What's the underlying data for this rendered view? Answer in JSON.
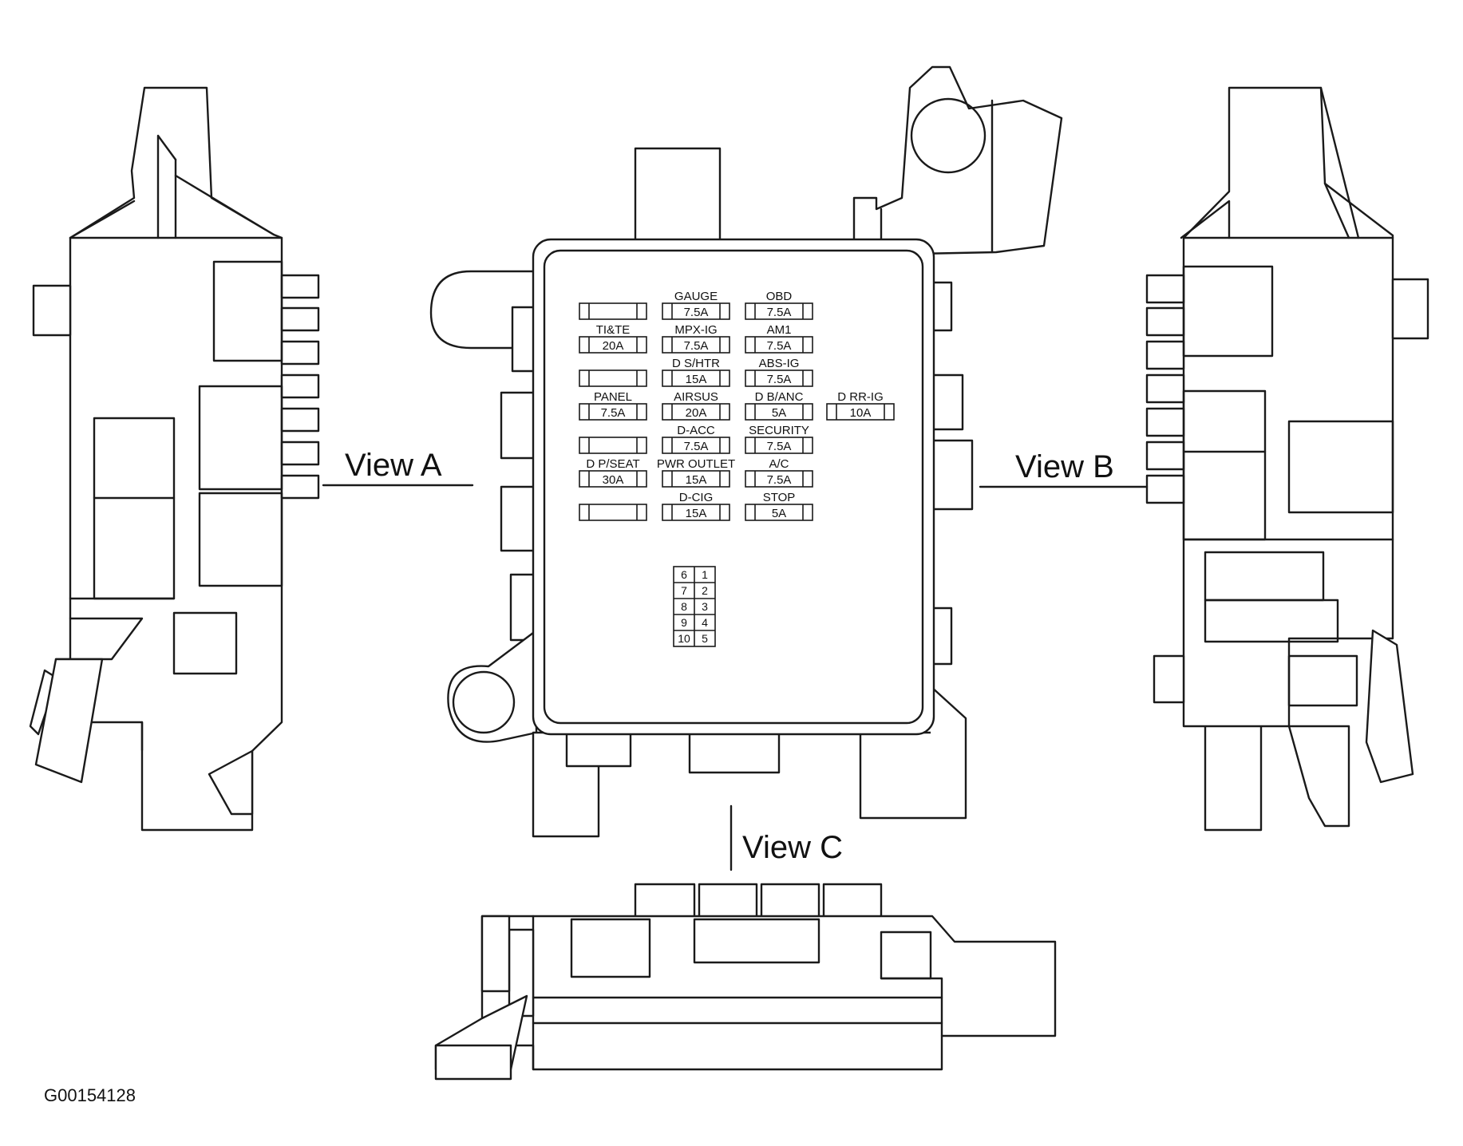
{
  "views": {
    "a": "View A",
    "b": "View B",
    "c": "View C"
  },
  "figure_code": "G00154128",
  "fuses": [
    {
      "name": "",
      "amp": "",
      "col": 0,
      "row": 0
    },
    {
      "name": "GAUGE",
      "amp": "7.5A",
      "col": 1,
      "row": 0
    },
    {
      "name": "OBD",
      "amp": "7.5A",
      "col": 2,
      "row": 0
    },
    {
      "name": "TI&TE",
      "amp": "20A",
      "col": 0,
      "row": 1
    },
    {
      "name": "MPX-IG",
      "amp": "7.5A",
      "col": 1,
      "row": 1
    },
    {
      "name": "AM1",
      "amp": "7.5A",
      "col": 2,
      "row": 1
    },
    {
      "name": "",
      "amp": "",
      "col": 0,
      "row": 2
    },
    {
      "name": "D S/HTR",
      "amp": "15A",
      "col": 1,
      "row": 2
    },
    {
      "name": "ABS-IG",
      "amp": "7.5A",
      "col": 2,
      "row": 2
    },
    {
      "name": "PANEL",
      "amp": "7.5A",
      "col": 0,
      "row": 3
    },
    {
      "name": "AIRSUS",
      "amp": "20A",
      "col": 1,
      "row": 3
    },
    {
      "name": "D B/ANC",
      "amp": "5A",
      "col": 2,
      "row": 3
    },
    {
      "name": "D RR-IG",
      "amp": "10A",
      "col": 3,
      "row": 3
    },
    {
      "name": "",
      "amp": "",
      "col": 0,
      "row": 4
    },
    {
      "name": "D-ACC",
      "amp": "7.5A",
      "col": 1,
      "row": 4
    },
    {
      "name": "SECURITY",
      "amp": "7.5A",
      "col": 2,
      "row": 4
    },
    {
      "name": "D P/SEAT",
      "amp": "30A",
      "col": 0,
      "row": 5
    },
    {
      "name": "PWR OUTLET",
      "amp": "15A",
      "col": 1,
      "row": 5
    },
    {
      "name": "A/C",
      "amp": "7.5A",
      "col": 2,
      "row": 5
    },
    {
      "name": "",
      "amp": "",
      "col": 0,
      "row": 6
    },
    {
      "name": "D-CIG",
      "amp": "15A",
      "col": 1,
      "row": 6
    },
    {
      "name": "STOP",
      "amp": "5A",
      "col": 2,
      "row": 6
    }
  ],
  "relay_pins": {
    "left": [
      "6",
      "7",
      "8",
      "9",
      "10"
    ],
    "right": [
      "1",
      "2",
      "3",
      "4",
      "5"
    ]
  }
}
